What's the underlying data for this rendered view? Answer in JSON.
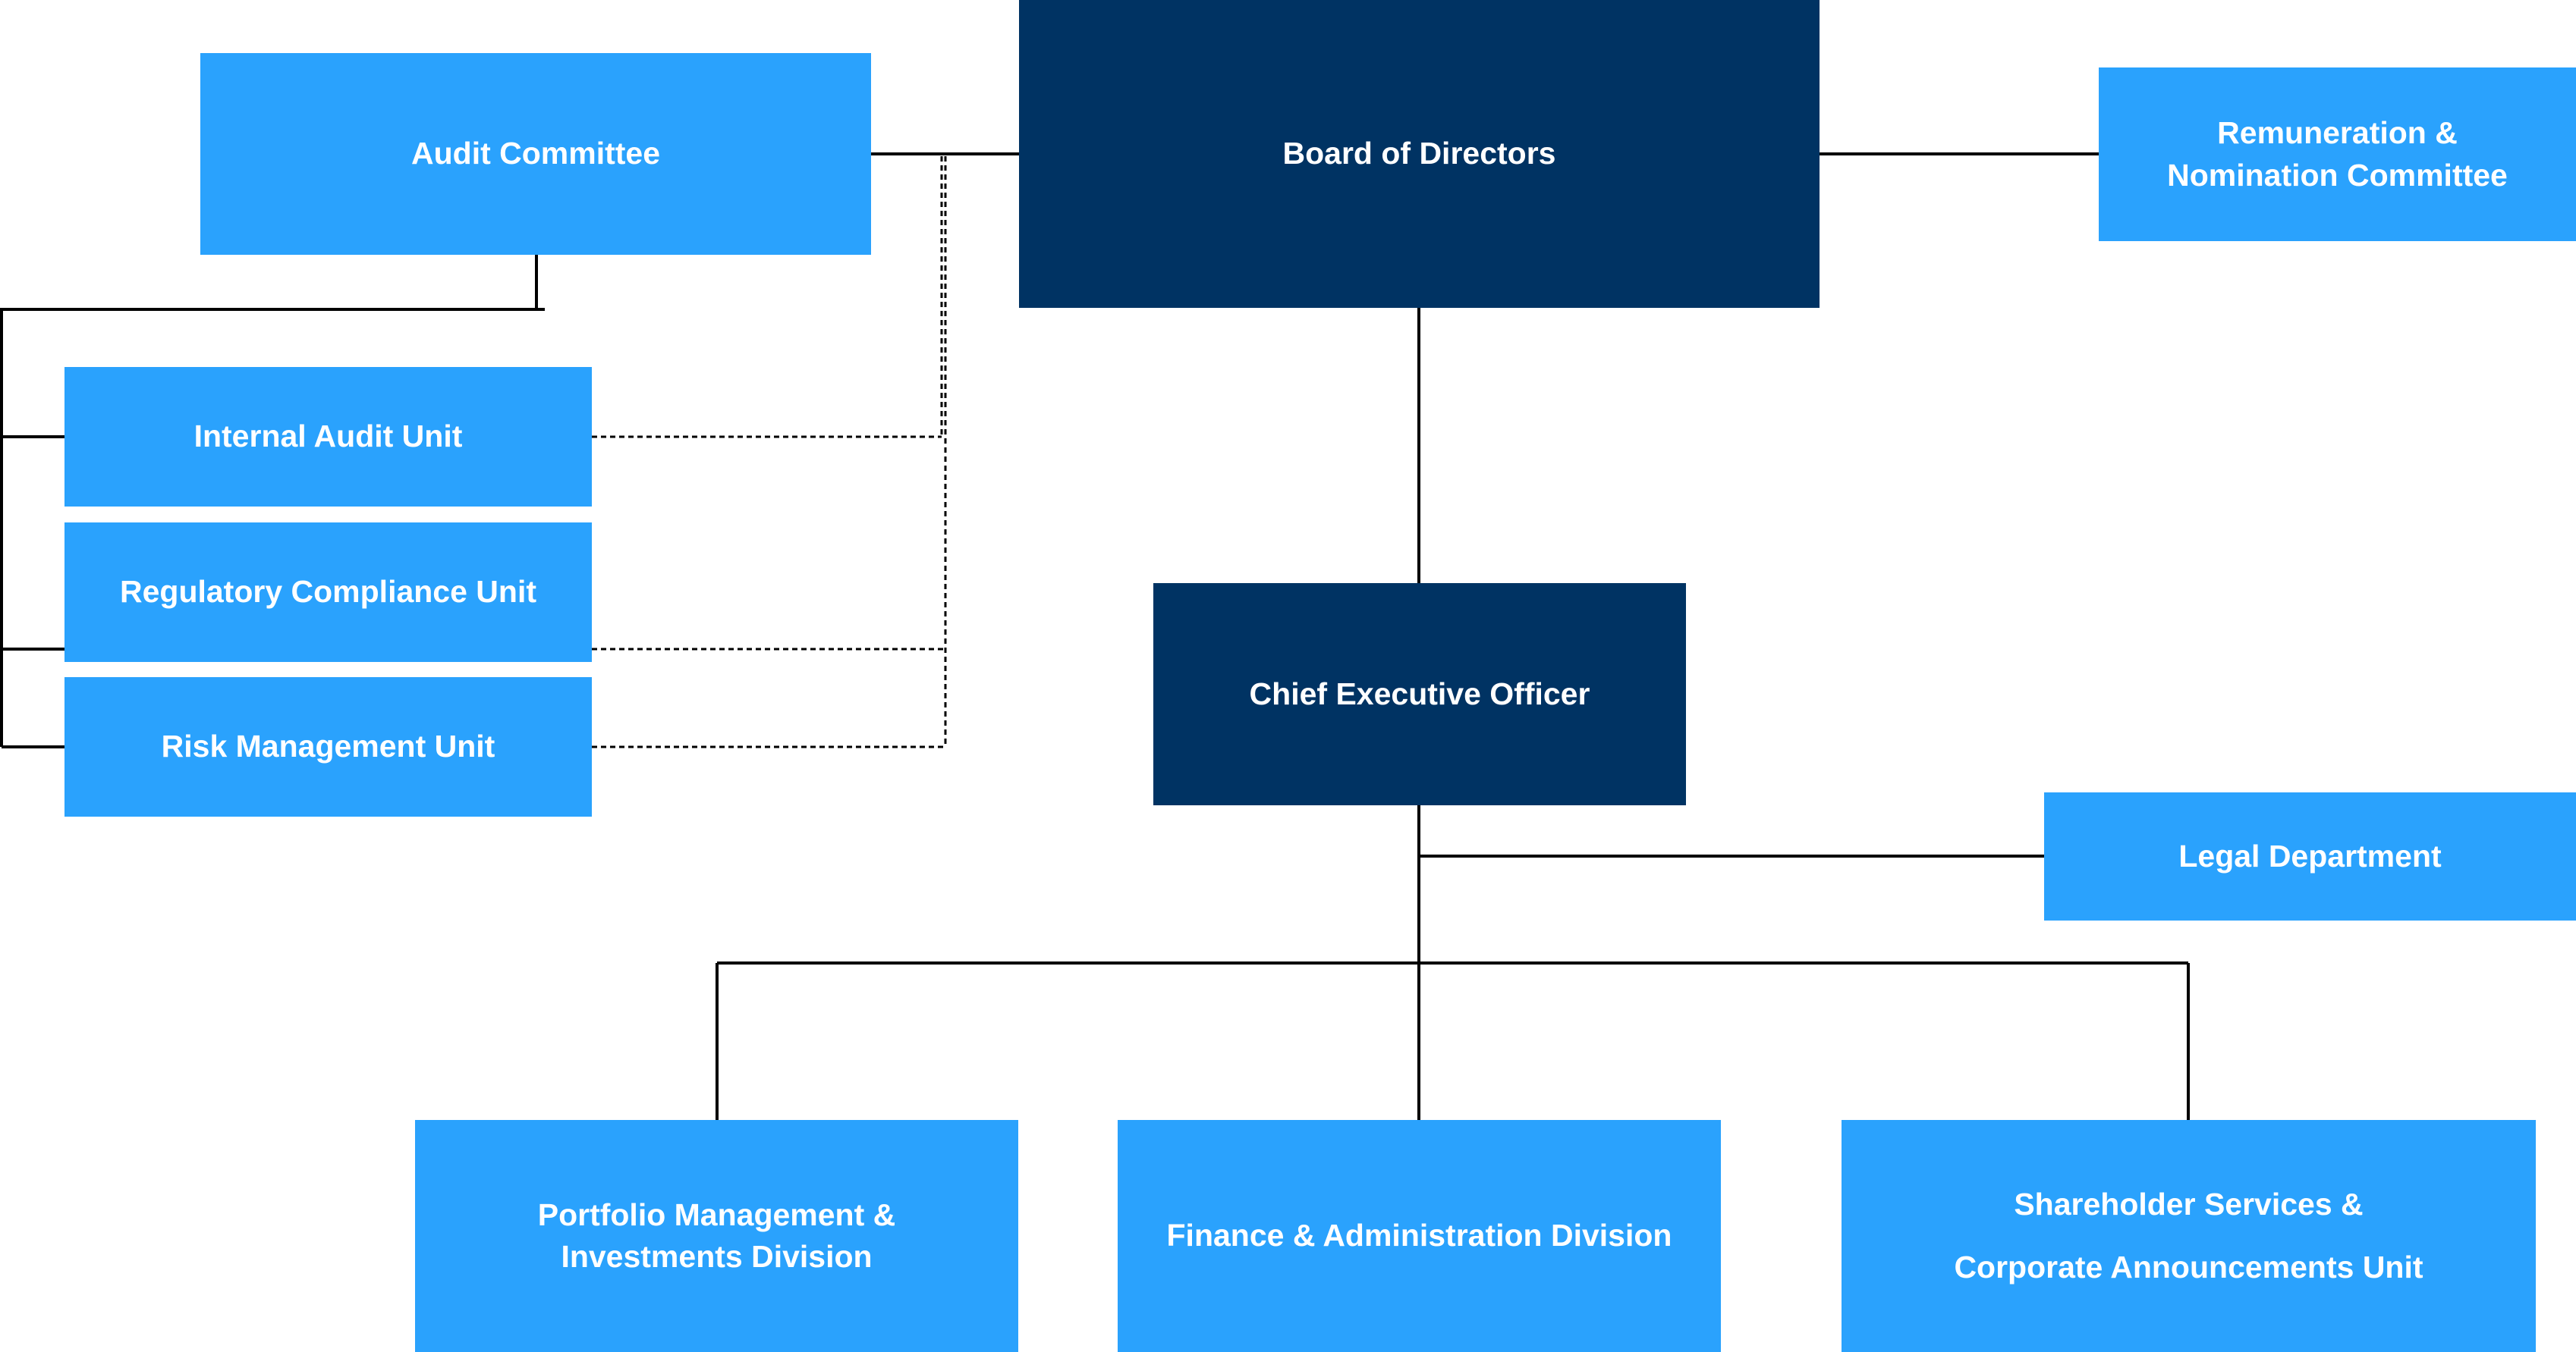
{
  "diagram": {
    "board": {
      "label": "Board of Directors"
    },
    "audit_committee": {
      "label": "Audit Committee"
    },
    "remuneration_committee": {
      "line1": "Remuneration &",
      "line2": "Nomination Committee"
    },
    "internal_audit_unit": {
      "label": "Internal Audit Unit"
    },
    "regulatory_compliance_unit": {
      "label": "Regulatory Compliance Unit"
    },
    "risk_management_unit": {
      "label": "Risk Management Unit"
    },
    "ceo": {
      "label": "Chief Executive Officer"
    },
    "legal_department": {
      "label": "Legal Department"
    },
    "portfolio_division": {
      "line1": "Portfolio Management &",
      "line2": "Investments Division"
    },
    "finance_division": {
      "label": "Finance & Administration Division"
    },
    "shareholder_unit": {
      "line1": "Shareholder Services &",
      "line2": "Corporate Announcements Unit"
    }
  },
  "colors": {
    "dark_box": "#003363",
    "light_box": "#2aa2fd",
    "text": "#ffffff",
    "connector": "#000000"
  }
}
